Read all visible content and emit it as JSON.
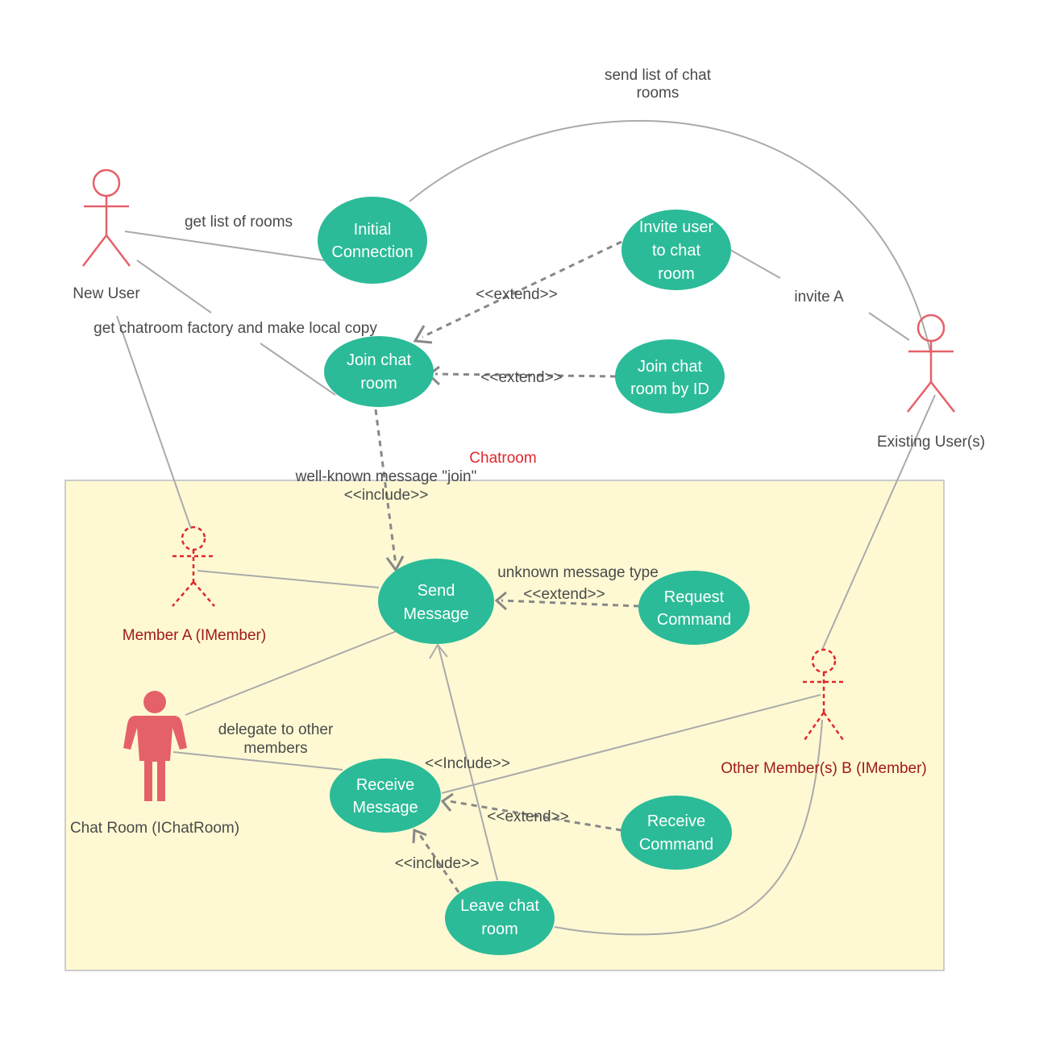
{
  "colors": {
    "use_case_fill": "#2bbb98",
    "actor": "#e5616a",
    "system_boundary_fill": "#fef9d3",
    "system_title": "#e0282e",
    "member_label": "#a01a1a"
  },
  "system": {
    "title": "Chatroom"
  },
  "actors": {
    "new_user": "New User",
    "existing_users": "Existing User(s)",
    "member_a": "Member A (IMember)",
    "chat_room": "Chat Room (IChatRoom)",
    "other_members": "Other Member(s) B (IMember)"
  },
  "use_cases": {
    "initial_connection": [
      "Initial",
      "Connection"
    ],
    "invite_user": [
      "Invite user",
      "to chat",
      "room"
    ],
    "join_chat_room": [
      "Join chat",
      "room"
    ],
    "join_by_id": [
      "Join chat",
      "room by ID"
    ],
    "send_message": [
      "Send",
      "Message"
    ],
    "request_command": [
      "Request",
      "Command"
    ],
    "receive_message": [
      "Receive",
      "Message"
    ],
    "receive_command": [
      "Receive",
      "Command"
    ],
    "leave_chat_room": [
      "Leave chat",
      "room"
    ]
  },
  "labels": {
    "send_list": [
      "send list of chat",
      "rooms"
    ],
    "get_list": "get list of rooms",
    "get_factory": "get chatroom factory and make local copy",
    "extend_invite": "<<extend>>",
    "invite_a": "invite A",
    "extend_join_id": "<<extend>>",
    "well_known": "well-known message \"join\"",
    "include_join": "<<include>>",
    "unknown_type": "unknown message type",
    "extend_request": "<<extend>>",
    "delegate": [
      "delegate to other",
      "members"
    ],
    "include_leave": "<<Include>>",
    "extend_receive": "<<extend>>",
    "include_receive": "<<include>>"
  }
}
